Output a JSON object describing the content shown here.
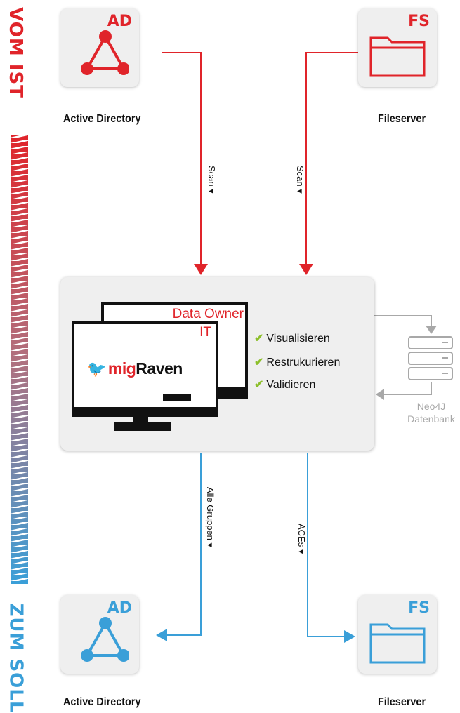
{
  "side_labels": {
    "top": "VOM IST",
    "bottom": "ZUM SOLL"
  },
  "top": {
    "ad": {
      "badge": "AD",
      "caption": "Active Directory"
    },
    "fs": {
      "badge": "FS",
      "caption": "Fileserver"
    },
    "scan_left": "Scan ▾",
    "scan_right": "Scan ▾"
  },
  "center": {
    "back_screen_label": "Data Owner",
    "front_screen_label": "IT",
    "logo": {
      "prefix": "mig",
      "suffix": "Raven"
    },
    "features": [
      "Visualisieren",
      "Restrukurieren",
      "Validieren"
    ],
    "database": {
      "line1": "Neo4J",
      "line2": "Datenbank"
    }
  },
  "bottom": {
    "ad": {
      "badge": "AD",
      "caption": "Active Directory"
    },
    "fs": {
      "badge": "FS",
      "caption": "Fileserver"
    },
    "arrow_left_label": "Alle Gruppen ▾",
    "arrow_right_label": "ACEs ▾"
  },
  "colors": {
    "red": "#e0242a",
    "blue": "#3a9fd8",
    "gray": "#a8a8a8",
    "check": "#8cbf2a"
  }
}
